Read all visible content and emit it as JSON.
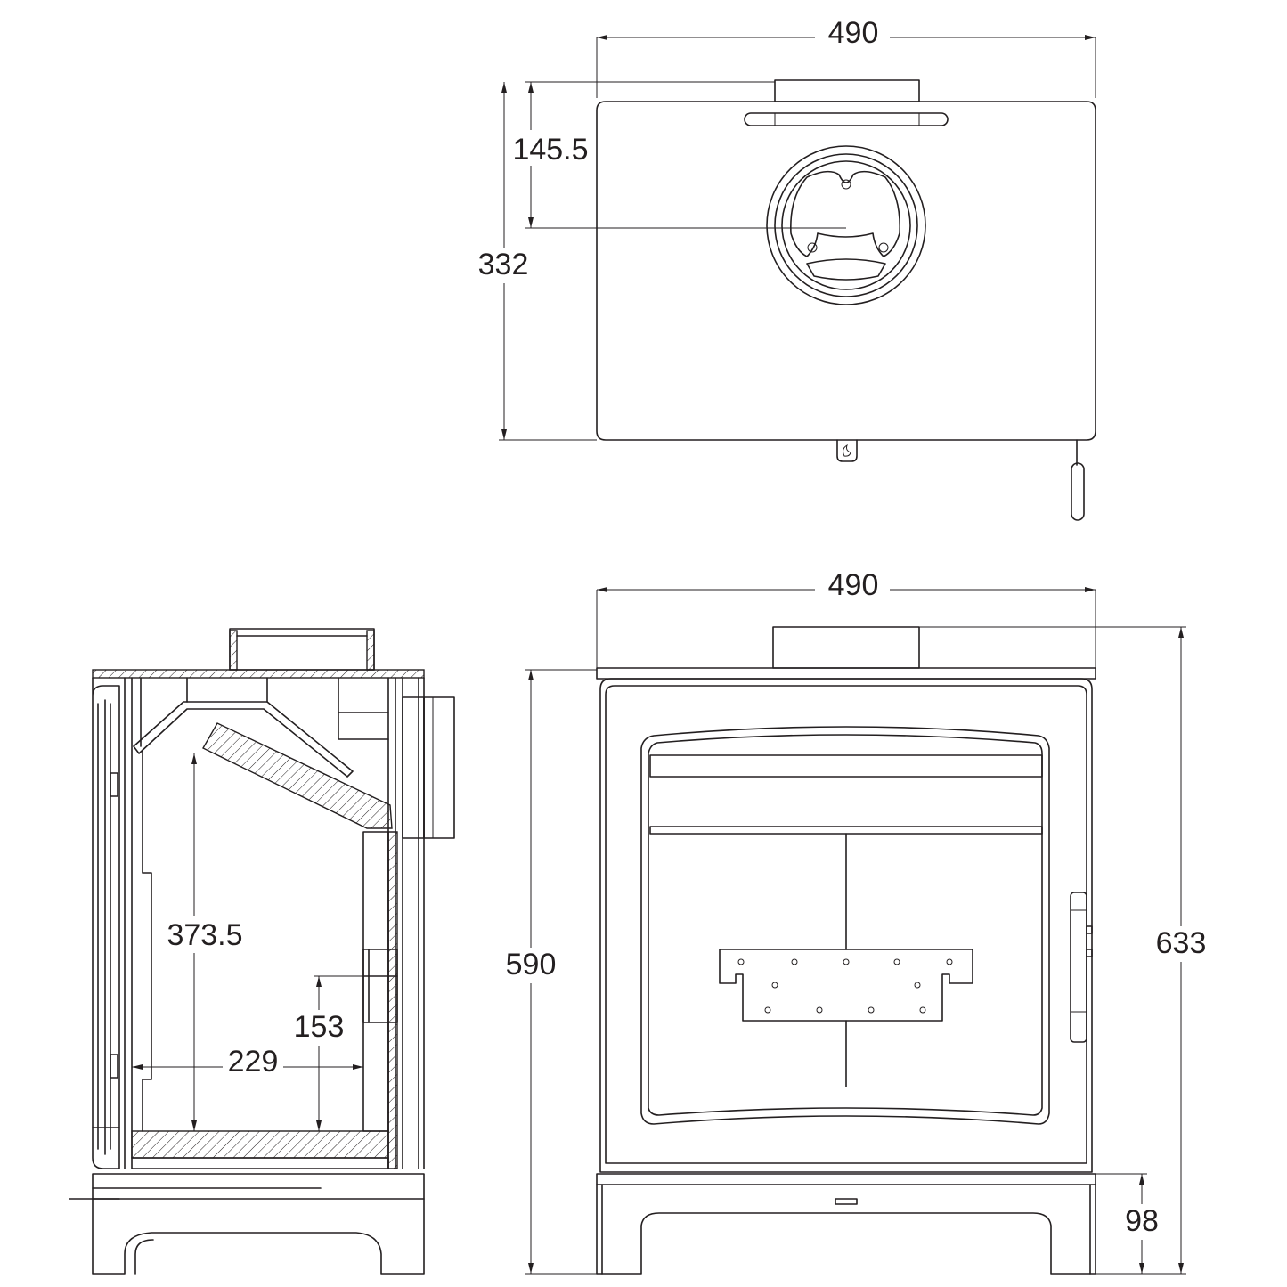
{
  "dimensions": {
    "top_width": "490",
    "top_flue_offset": "145.5",
    "top_depth": "332",
    "front_width": "490",
    "front_height_body": "590",
    "front_height_total": "633",
    "front_leg_height": "98",
    "side_firebox_height": "373.5",
    "side_air_height": "153",
    "side_firebox_depth": "229"
  }
}
